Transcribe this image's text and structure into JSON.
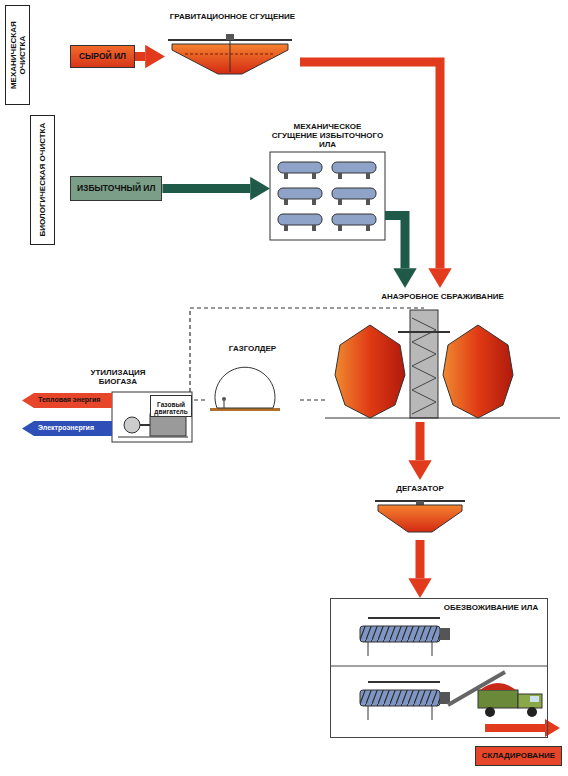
{
  "diagram": {
    "nodes": [
      {
        "text": [
          "МЕХАНИЧЕСКАЯ ОЧИСТКА"
        ]
      },
      {
        "text": [
          "СЫРОЙ ИЛ"
        ]
      },
      {
        "text": [
          "ГРАВИТАЦИОННОЕ СГУЩЕНИЕ"
        ]
      },
      {
        "text": [
          "БИОЛОГИЧЕСКАЯ ОЧИСТКА"
        ]
      },
      {
        "text": [
          "ИЗБЫТОЧНЫЙ ИЛ"
        ]
      },
      {
        "text": [
          "МЕХАНИЧЕСКОЕ СГУЩЕНИЕ ИЗБЫТОЧНОГО ИЛА"
        ]
      },
      {
        "text": [
          "УТИЛИЗАЦИЯ БИОГАЗА"
        ]
      },
      {
        "text": [
          "Газовый двигатель"
        ],
        "in": 6
      },
      {
        "text": [
          "Тепловая энергия"
        ]
      },
      {
        "text": [
          "Электроэнергия"
        ]
      },
      {
        "text": [
          "ГАЗГОЛДЕР"
        ]
      },
      {
        "text": [
          "АНАЭРОБНОЕ СБРАЖИВАНИЕ"
        ]
      },
      {
        "text": [
          "ДЕГАЗАТОР"
        ]
      },
      {
        "text": [
          "ОБЕЗВОЖИВАНИЕ ИЛА"
        ]
      },
      {
        "text": [
          "СКЛАДИРОВАНИЕ"
        ]
      }
    ],
    "edges": [
      {
        "from": 1,
        "to": 2,
        "arrow": "to"
      },
      {
        "from": 2,
        "to": 11,
        "arrow": "to"
      },
      {
        "from": 4,
        "to": 5,
        "arrow": "to"
      },
      {
        "from": 5,
        "to": 11,
        "arrow": "to"
      },
      {
        "from": 11,
        "to": 12,
        "arrow": "to"
      },
      {
        "from": 12,
        "to": 13,
        "arrow": "to"
      },
      {
        "from": 11,
        "to": 10,
        "arrow": "none"
      },
      {
        "from": 10,
        "to": 6,
        "arrow": "none"
      }
    ]
  }
}
